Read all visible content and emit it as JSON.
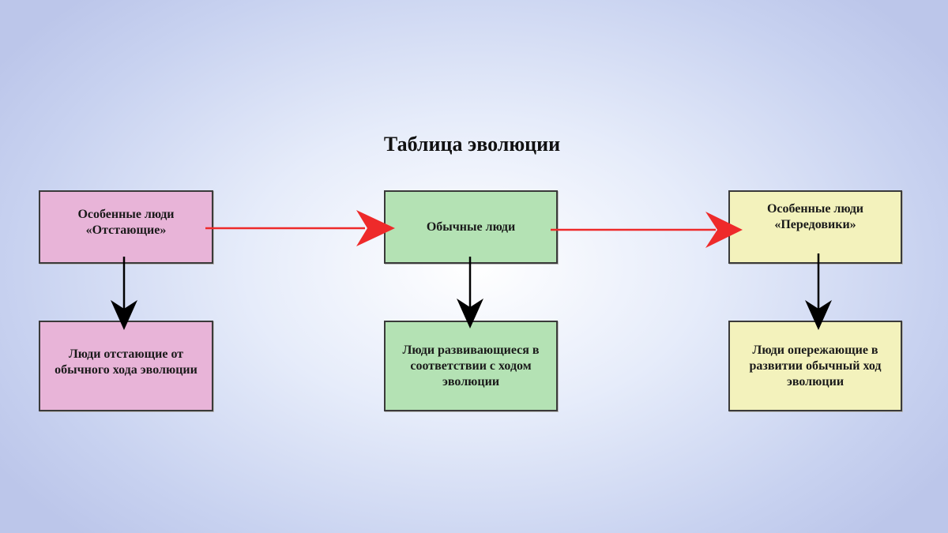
{
  "title": "Таблица эволюции",
  "boxes": {
    "laggards": {
      "line1": "Особенные люди",
      "line2": "«Отстающие»",
      "color": "#e8b4d8"
    },
    "ordinary": {
      "line1": "Обычные люди",
      "color": "#b4e2b4"
    },
    "advanced": {
      "line1": "Особенные люди",
      "line2": "«Передовики»",
      "color": "#f3f2bc"
    },
    "laggards_desc": {
      "line1": "Люди отстающие от",
      "line2": "обычного хода эволюции"
    },
    "ordinary_desc": {
      "line1": "Люди развивающиеся в",
      "line2": "соответствии с ходом",
      "line3": "эволюции"
    },
    "advanced_desc": {
      "line1": "Люди опережающие в",
      "line2": "развитии обычный ход",
      "line3": "эволюции"
    }
  },
  "colors": {
    "horizontal_arrow": "#ee2a2a",
    "vertical_arrow": "#000000"
  }
}
